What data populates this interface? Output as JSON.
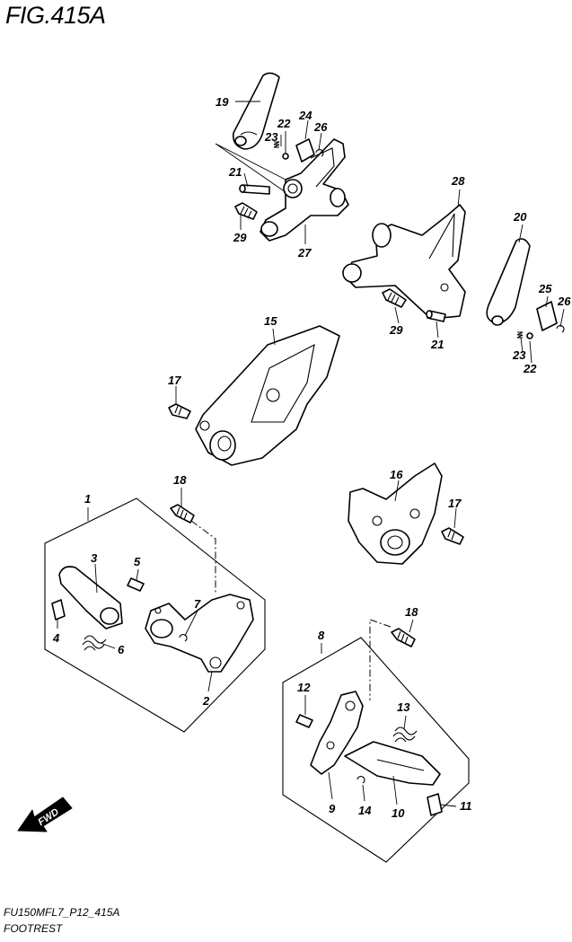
{
  "figure_title": "FIG.415A",
  "footer_code": "FU150MFL7_P12_415A",
  "footer_name": "FOOTREST",
  "fwd_label": "FWD",
  "callouts": {
    "p1": "1",
    "p2": "2",
    "p3": "3",
    "p4": "4",
    "p5": "5",
    "p6": "6",
    "p7": "7",
    "p8": "8",
    "p9": "9",
    "p10": "10",
    "p11": "11",
    "p12": "12",
    "p13": "13",
    "p14": "14",
    "p15": "15",
    "p16": "16",
    "p17a": "17",
    "p17b": "17",
    "p18a": "18",
    "p18b": "18",
    "p19": "19",
    "p20": "20",
    "p21a": "21",
    "p21b": "21",
    "p22a": "22",
    "p22b": "22",
    "p23a": "23",
    "p23b": "23",
    "p24": "24",
    "p25": "25",
    "p26a": "26",
    "p26b": "26",
    "p27": "27",
    "p28": "28",
    "p29a": "29",
    "p29b": "29"
  }
}
